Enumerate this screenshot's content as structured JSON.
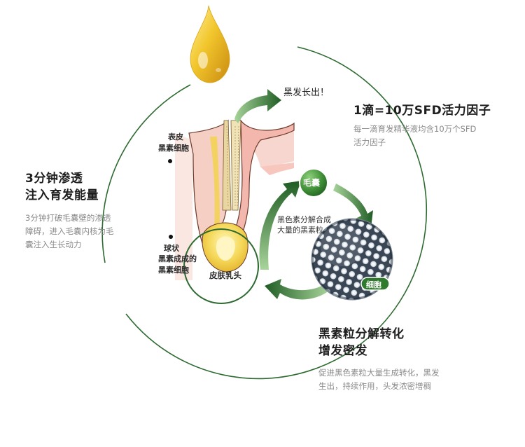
{
  "feature_top_right": {
    "title": "1滴=10万SFD活力因子",
    "desc_line1": "每一滴育发精华液均含10万个SFD",
    "desc_line2": "活力因子"
  },
  "feature_left": {
    "title_line1": "3分钟渗透",
    "title_line2": "注入育发能量",
    "desc_line1": "3分钟打破毛囊壁的渗透",
    "desc_line2": "障碍，进入毛囊内核为毛",
    "desc_line3": "囊注入生长动力"
  },
  "feature_bottom_right": {
    "title_line1": "黑素粒分解转化",
    "title_line2": "增发密发",
    "desc_line1": "促进黑色素粒大量生成转化，黑发",
    "desc_line2": "生出，持续作用，头发浓密增稠"
  },
  "diagram": {
    "black_hair_grows": "黑发长出！",
    "epidermis_line1": "表皮",
    "epidermis_line2": "黑素细胞",
    "bulb_line1": "球状",
    "bulb_line2": "黑素成成的",
    "bulb_line3": "黑素细胞",
    "dermal_papilla": "皮肤乳头",
    "follicle_badge": "毛囊",
    "melanin_line1": "黑色素分解合成",
    "melanin_line2": "大量的黑素粒",
    "cell_badge": "细胞"
  },
  "colors": {
    "green_dark": "#1f5d24",
    "green_mid": "#3f8f3a",
    "oil_gold": "#e8b820",
    "skin_pink": "#f1b8b0"
  }
}
